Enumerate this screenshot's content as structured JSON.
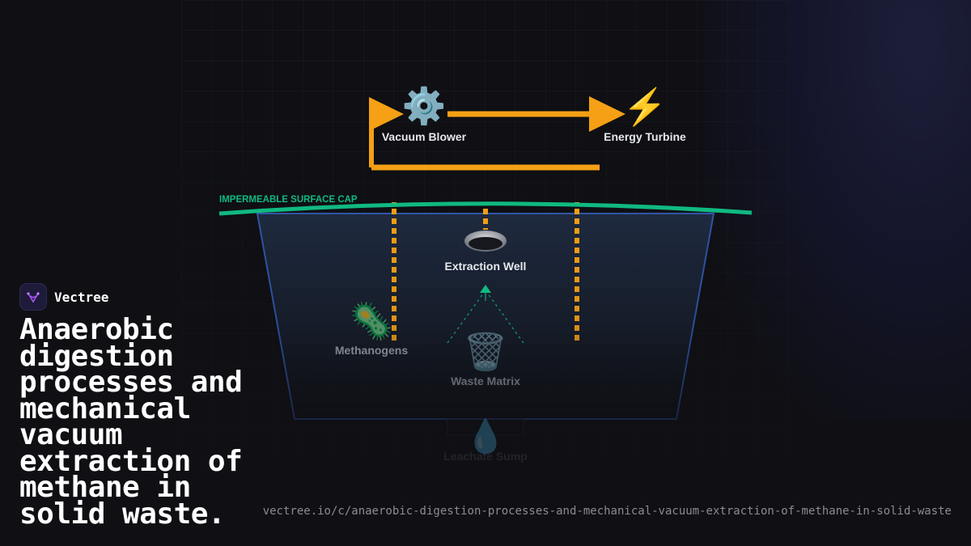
{
  "brand": {
    "name": "Vectree"
  },
  "headline": "Anaerobic digestion processes and mechanical vacuum extraction of methane in solid waste.",
  "url": "vectree.io/c/anaerobic-digestion-processes-and-mechanical-vacuum-extraction-of-methane-in-solid-waste",
  "diagram": {
    "cap_label": "IMPERMEABLE SURFACE CAP",
    "nodes": {
      "blower": {
        "label": "Vacuum Blower",
        "icon": "⚙️"
      },
      "turbine": {
        "label": "Energy Turbine",
        "icon": "⚡"
      },
      "well": {
        "label": "Extraction Well"
      },
      "methanogens": {
        "label": "Methanogens",
        "icon": "🦠"
      },
      "waste": {
        "label": "Waste Matrix",
        "icon": "🗑️"
      },
      "leachate": {
        "label": "Leachate Sump",
        "icon": "💧"
      }
    }
  },
  "colors": {
    "pipe": "#f5a015",
    "cap": "#10b981",
    "landfill_edge": "#2f56a8",
    "landfill_fill": "#1e2a3d",
    "grid": "#1a2220"
  }
}
